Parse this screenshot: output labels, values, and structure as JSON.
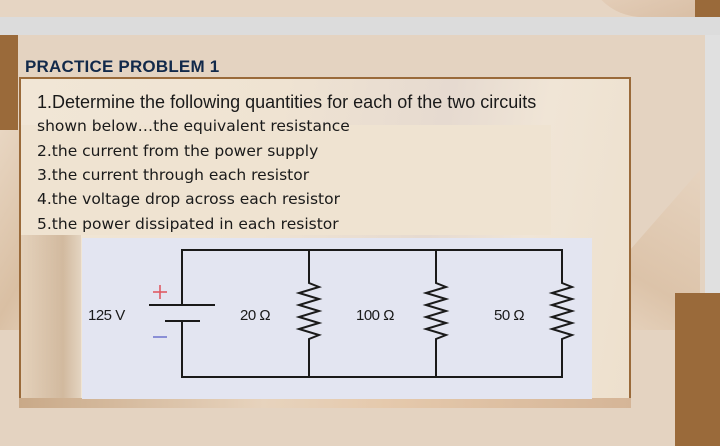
{
  "slide": {
    "title": "PRACTICE PROBLEM 1",
    "lines": [
      "1.Determine the following quantities for each of the two circuits",
      "shown below…the equivalent resistance",
      "2.the current from the power supply",
      "3.the current through each resistor",
      "4.the voltage drop across each resistor",
      "5.the power dissipated in each resistor"
    ],
    "colors": {
      "title": "#12294a",
      "frame_border": "#9a6a3a",
      "accent_bar": "#9a6a3a",
      "circuit_bg": "#e3e5f1",
      "plus": "#e05a64",
      "minus": "#8a8fd6"
    }
  },
  "circuit": {
    "source": {
      "label": "125 V",
      "plus_symbol": "+",
      "minus_symbol": "−"
    },
    "resistors": [
      {
        "label": "20 Ω"
      },
      {
        "label": "100 Ω"
      },
      {
        "label": "50 Ω"
      }
    ],
    "configuration": "parallel"
  }
}
